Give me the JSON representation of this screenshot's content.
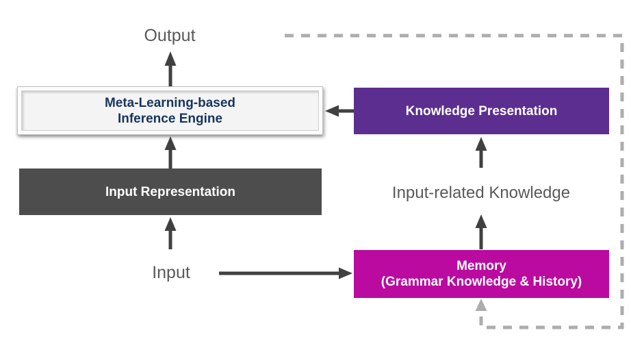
{
  "diagram": {
    "title": "Meta-learning-based inference architecture diagram",
    "labels": {
      "output": "Output",
      "input": "Input",
      "input_related_knowledge": "Input-related Knowledge"
    },
    "boxes": {
      "inference_engine": {
        "label": "Meta-Learning-based\nInference Engine"
      },
      "knowledge_presentation": {
        "label": "Knowledge Presentation"
      },
      "input_representation": {
        "label": "Input Representation"
      },
      "memory": {
        "label": "Memory\n(Grammar Knowledge & History)"
      }
    },
    "colors": {
      "arrow": "#404040",
      "dashed_loop": "#ADADAD",
      "inference_engine_bg": "#F4F4F4",
      "inference_engine_text": "#17355E",
      "knowledge_presentation_bg": "#5C2E90",
      "input_representation_bg": "#4D4D4D",
      "memory_bg": "#BA0AA0",
      "box_text": "#FFFFFF",
      "free_label_text": "#595959",
      "background": "#FFFFFF"
    }
  }
}
